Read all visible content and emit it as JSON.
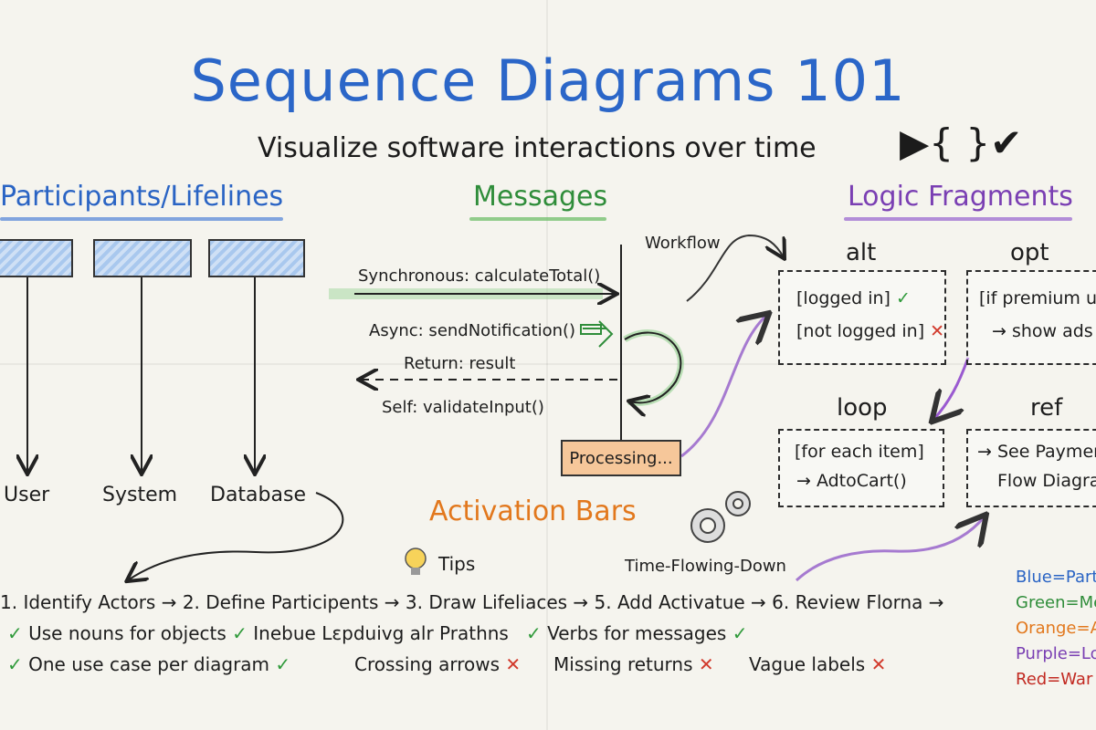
{
  "header": {
    "title": "Sequence Diagrams 101",
    "subtitle": "Visualize software interactions over time",
    "subtitle_symbols": "▶{ }✔"
  },
  "participants": {
    "heading": "Participants/Lifelines",
    "labels": [
      "User",
      "System",
      "Database"
    ]
  },
  "messages": {
    "heading": "Messages",
    "workflow": "Workflow",
    "sync": "Synchronous: calculateTotal()",
    "async": "Async: sendNotification()",
    "return": "Return: result",
    "self": "Self: validateInput()",
    "processing": "Processing..."
  },
  "activation": {
    "heading": "Activation Bars",
    "tips": "Tips",
    "time": "Time-Flowing-Down"
  },
  "logic": {
    "heading": "Logic Fragments",
    "alt": {
      "title": "alt",
      "line1": "[logged in] ",
      "line1_mark": "✓",
      "line2": "[not logged in]",
      "line2_mark": "✕"
    },
    "opt": {
      "title": "opt",
      "line1": "[if premium us",
      "line2": "→ show ads"
    },
    "loop": {
      "title": "loop",
      "line1": "[for each item]",
      "line2": "→ AdtoCart()"
    },
    "ref": {
      "title": "ref",
      "line1": "→ See Paymer",
      "line2": "Flow Diagra"
    }
  },
  "steps": "1. Identify Actors → 2. Define Participents → 3. Draw Lifeliaces → 5. Add Activatue → 6. Review Florna →",
  "dos": {
    "row1": [
      {
        "mark": "✓",
        "text": "Use nouns for objects"
      },
      {
        "mark": "✓",
        "text": "Inebue Lɛpduivg alr Prathns"
      },
      {
        "mark": "✓",
        "text": "Verbs for messages"
      },
      {
        "mark": "✓",
        "text": ""
      }
    ],
    "row2": [
      {
        "mark": "✓",
        "text": "One use case per diagram"
      },
      {
        "mark": "✓",
        "text": ""
      }
    ]
  },
  "donts": [
    {
      "text": "Crossing arrows",
      "mark": "✕"
    },
    {
      "text": "Missing returns",
      "mark": "✕"
    },
    {
      "text": "Vague labels",
      "mark": "✕"
    }
  ],
  "legend": [
    {
      "text": "Blue=Part",
      "color": "#2a64c4"
    },
    {
      "text": "Green=Me",
      "color": "#2f8d3a"
    },
    {
      "text": "Orange=A",
      "color": "#e2781d"
    },
    {
      "text": "Purple=Lo",
      "color": "#7a3fb3"
    },
    {
      "text": "Red=War",
      "color": "#c22a22"
    }
  ],
  "colors": {
    "blue": "#2a64c4",
    "green": "#2f8d3a",
    "orange": "#e2781d",
    "purple": "#7a3fb3",
    "red": "#d23a2c"
  }
}
